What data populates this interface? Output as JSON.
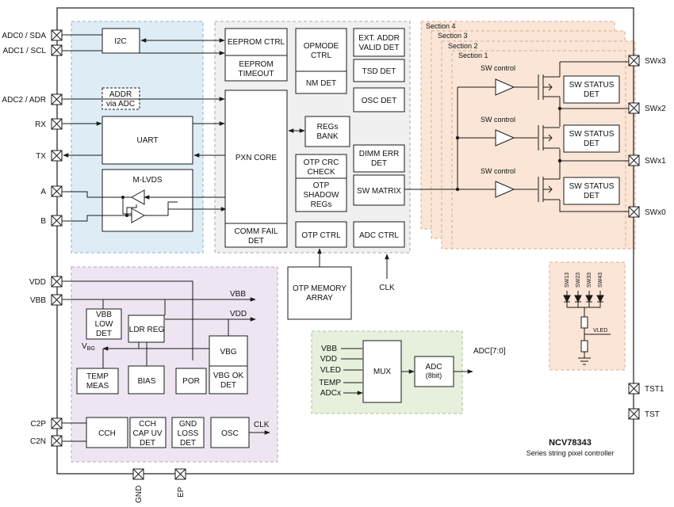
{
  "colors": {
    "blue_region": "#deedf5",
    "grey_region": "#f0f0f0",
    "orange_region": "#fbe5d6",
    "purple_region": "#ede6f2",
    "green_region": "#e6f0dc",
    "line": "#1a1a1a"
  },
  "pins_left": {
    "adc0": "ADC0 / SDA",
    "adc1": "ADC1 / SCL",
    "adc2": "ADC2 / ADR",
    "rx": "RX",
    "tx": "TX",
    "a": "A",
    "b": "B",
    "vdd": "VDD",
    "vbb": "VBB",
    "c2p": "C2P",
    "c2n": "C2N"
  },
  "pins_right": {
    "swx3": "SWx3",
    "swx2": "SWx2",
    "swx1": "SWx1",
    "swx0": "SWx0",
    "tst1": "TST1",
    "tst": "TST"
  },
  "pins_bottom": {
    "gnd": "GND",
    "ep": "EP"
  },
  "blocks": {
    "i2c": "I2C",
    "addr_l1": "ADDR",
    "addr_l2": "via ADC",
    "uart": "UART",
    "mlvds": "M-LVDS",
    "eeprom_ctrl": "EEPROM CTRL",
    "eeprom_timeout_l1": "EEPROM",
    "eeprom_timeout_l2": "TIMEOUT",
    "opmode_l1": "OPMODE",
    "opmode_l2": "CTRL",
    "nm_det": "NM DET",
    "ext_addr_l1": "EXT. ADDR",
    "ext_addr_l2": "VALID DET",
    "tsd_det": "TSD DET",
    "osc_det": "OSC DET",
    "pxn_core": "PXN CORE",
    "regs_l1": "REGs",
    "regs_l2": "BANK",
    "comm_fail_l1": "COMM FAIL",
    "comm_fail_l2": "DET",
    "otp_crc_l1": "OTP CRC",
    "otp_crc_l2": "CHECK",
    "otp_shadow_l1": "OTP",
    "otp_shadow_l2": "SHADOW",
    "otp_shadow_l3": "REGs",
    "otp_ctrl": "OTP CTRL",
    "dimm_err_l1": "DIMM ERR",
    "dimm_err_l2": "DET",
    "sw_matrix": "SW MATRIX",
    "adc_ctrl": "ADC CTRL",
    "otp_mem_l1": "OTP MEMORY",
    "otp_mem_l2": "ARRAY",
    "clk_in": "CLK",
    "vbb_low_l1": "VBB",
    "vbb_low_l2": "LOW",
    "vbb_low_l3": "DET",
    "ldr_reg": "LDR REG",
    "vbg": "VBG",
    "vbg_net_main": "V",
    "vbg_net_sub": "BG",
    "vbb_net": "VBB",
    "vdd_net": "VDD",
    "temp_meas_l1": "TEMP",
    "temp_meas_l2": "MEAS",
    "bias": "BIAS",
    "por": "POR",
    "vbg_ok_l1": "VBG OK",
    "vbg_ok_l2": "DET",
    "cch": "CCH",
    "cch_cap_l1": "CCH",
    "cch_cap_l2": "CAP UV",
    "cch_cap_l3": "DET",
    "gnd_loss_l1": "GND",
    "gnd_loss_l2": "LOSS",
    "gnd_loss_l3": "DET",
    "osc": "OSC",
    "clk_out": "CLK",
    "mux_inputs": [
      "VBB",
      "VDD",
      "VLED",
      "TEMP",
      "ADCx"
    ],
    "mux": "MUX",
    "adc_l1": "ADC",
    "adc_l2": "(8bit)",
    "adc_out": "ADC[7:0]"
  },
  "sections": {
    "labels": [
      "Section 4",
      "Section 3",
      "Section 2",
      "Section 1"
    ],
    "sw_control": "SW control",
    "sw_status_l1": "SW STATUS",
    "sw_status_l2": "DET"
  },
  "led_string": {
    "sw_labels": [
      "SW13",
      "SW23",
      "SW33",
      "SW43"
    ],
    "vled": "VLED"
  },
  "device": {
    "name": "NCV78343",
    "description": "Series string pixel controller"
  }
}
